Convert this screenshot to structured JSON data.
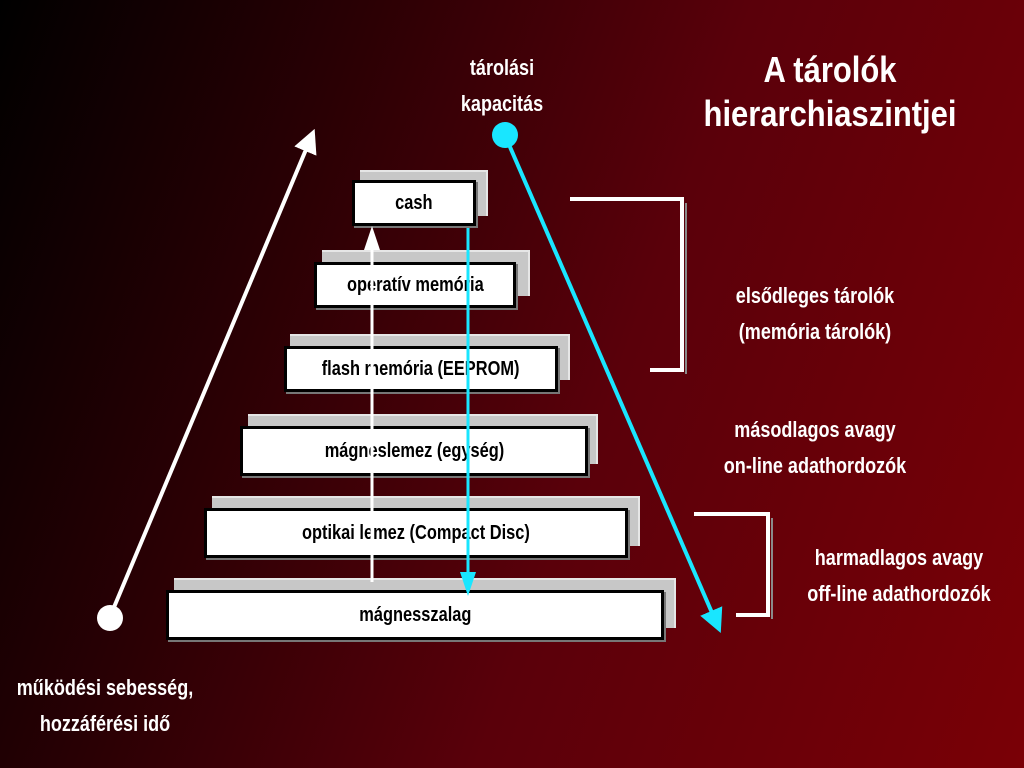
{
  "title_lines": [
    "A tárolók",
    "hierarchiaszintjei"
  ],
  "capacity_label": [
    "tárolási",
    "kapacitás"
  ],
  "speed_label": [
    "működési sebesség,",
    "hozzáférési idő"
  ],
  "levels": [
    "cash",
    "operatív memória",
    "flash memória (EEPROM)",
    "mágneslemez (egység)",
    "optikai lemez (Compact Disc)",
    "mágnesszalag"
  ],
  "groups": {
    "primary": [
      "elsődleges tárolók",
      "(memória tárolók)"
    ],
    "secondary": [
      "másodlagos avagy",
      "on-line adathordozók"
    ],
    "tertiary": [
      "harmadlagos  avagy",
      "off-line adathordozók"
    ]
  },
  "colors": {
    "capacity_arrow": "#19e6ff",
    "speed_arrow": "#ffffff"
  }
}
